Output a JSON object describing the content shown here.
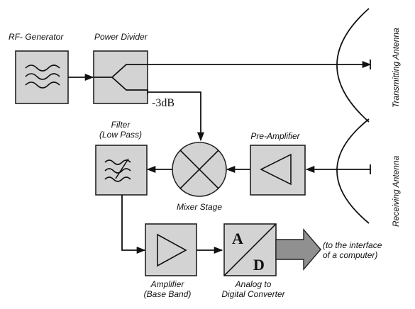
{
  "blocks": {
    "rf_generator": "RF- Generator",
    "power_divider": "Power Divider",
    "filter_line1": "Filter",
    "filter_line2": "(Low Pass)",
    "pre_amplifier": "Pre-Amplifier",
    "mixer": "Mixer Stage",
    "amplifier_line1": "Amplifier",
    "amplifier_line2": "(Base Band)",
    "adc_line1": "Analog to",
    "adc_line2": "Digital Converter",
    "adc_letter_a": "A",
    "adc_letter_d": "D"
  },
  "attenuation_label": "-3dB",
  "antennas": {
    "transmitting": "Transmitting Antenna",
    "receiving": "Receiving Antenna"
  },
  "output_note_line1": "(to the interface",
  "output_note_line2": "of a computer)",
  "colors": {
    "block_fill": "#d3d3d3",
    "line": "#111111",
    "output_arrow": "#909090"
  }
}
